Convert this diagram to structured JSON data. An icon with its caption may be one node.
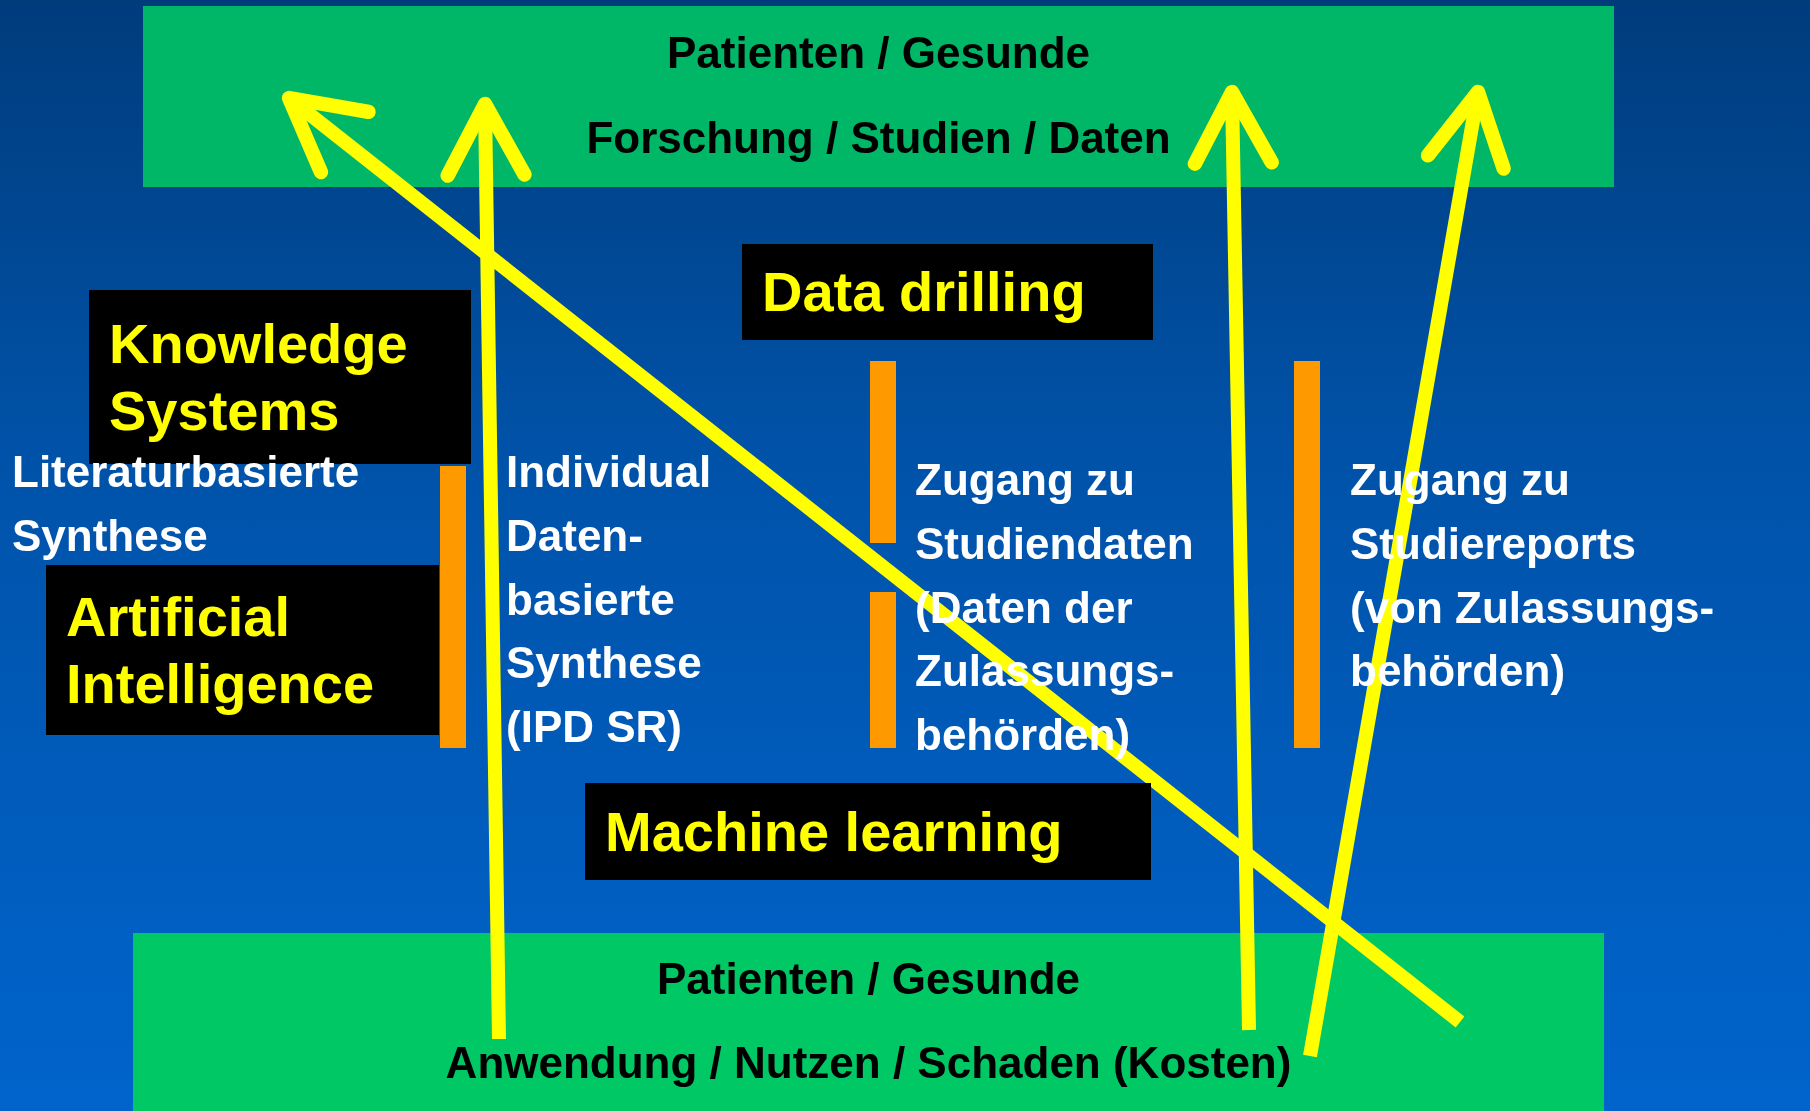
{
  "diagram": {
    "nodes": [
      {
        "text": [
          "Patienten / Gesunde",
          "Forschung / Studien / Daten"
        ]
      },
      {
        "text": [
          "Data drilling"
        ]
      },
      {
        "text": [
          "Knowledge Systems"
        ]
      },
      {
        "text": [
          "Artificial Intelligence"
        ]
      },
      {
        "text": [
          "Machine learning"
        ]
      },
      {
        "text": [
          "Patienten / Gesunde",
          "Anwendung / Nutzen / Schaden (Kosten)"
        ]
      },
      {
        "text": [],
        "shape": "bar"
      },
      {
        "text": [],
        "shape": "bar"
      },
      {
        "text": [],
        "shape": "bar"
      },
      {
        "text": [],
        "shape": "bar"
      }
    ],
    "edges": [
      {
        "from": 5,
        "to": 0,
        "arrow": "to"
      },
      {
        "from": 5,
        "to": 0,
        "arrow": "to"
      },
      {
        "from": 5,
        "to": 0,
        "arrow": "to"
      },
      {
        "from": 5,
        "to": 0,
        "arrow": "to"
      }
    ],
    "labels": [
      "Literaturbasierte Synthese",
      "Individual Daten- basierte Synthese (IPD SR)",
      "Zugang zu Studiendaten (Daten der Zulassungs- behörden)",
      "Zugang zu Studiereports (von Zulassungs- behörden)"
    ]
  }
}
